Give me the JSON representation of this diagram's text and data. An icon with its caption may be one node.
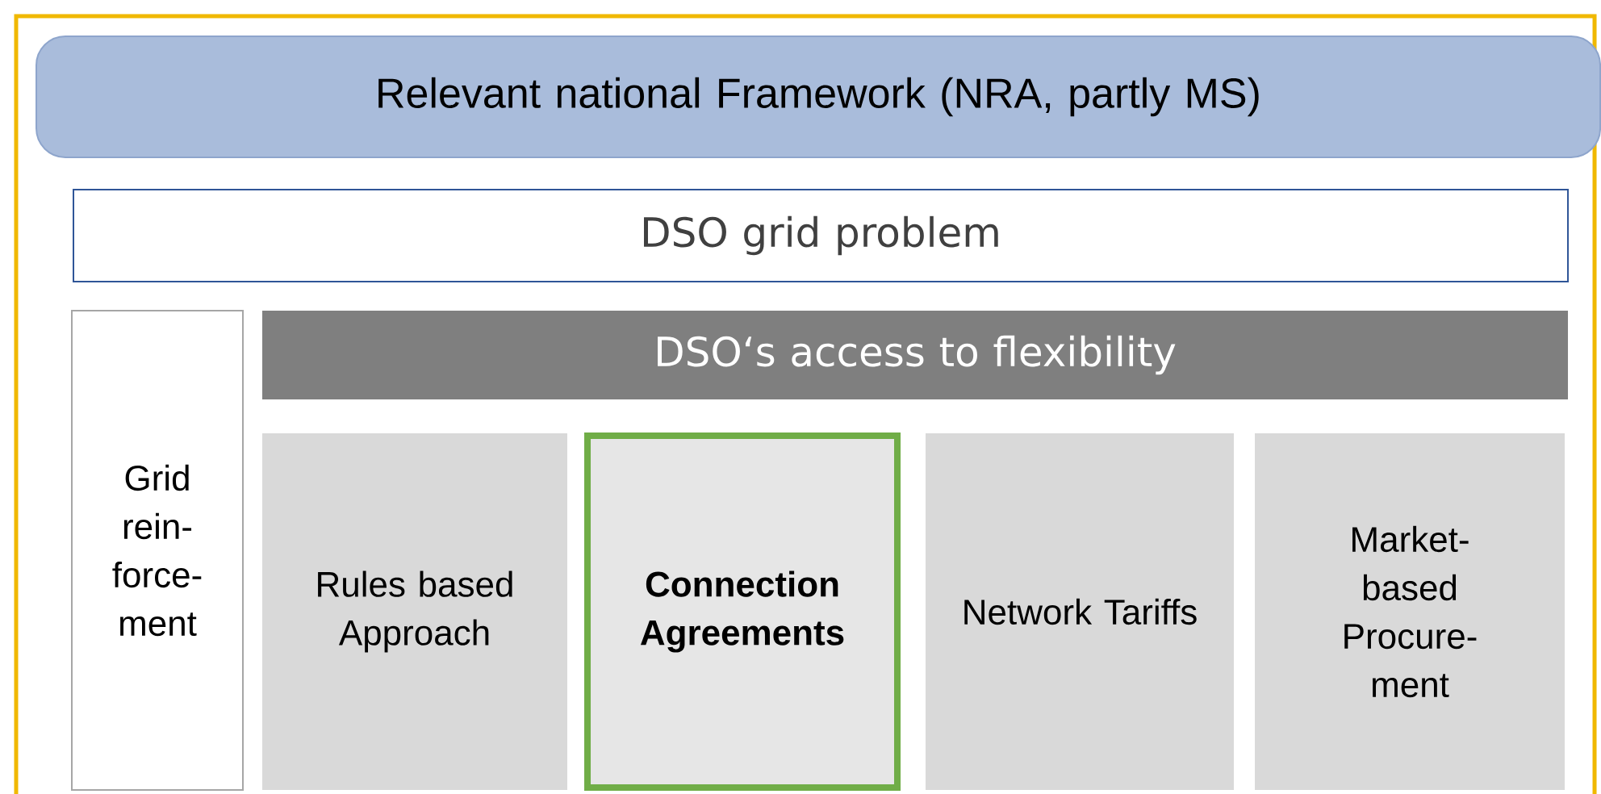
{
  "diagram": {
    "nodes": [
      {
        "text": [
          "Relevant national Framework (NRA, partly MS)"
        ]
      },
      {
        "text": [
          "DSO grid problem"
        ]
      },
      {
        "text": [
          "Grid rein- force- ment"
        ]
      },
      {
        "text": [
          "DSO‘s access to flexibility"
        ]
      },
      {
        "text": [
          "Rules based Approach"
        ]
      },
      {
        "text": [
          "**Connection Agreements**"
        ]
      },
      {
        "text": [
          "Network Tariffs"
        ]
      },
      {
        "text": [
          "Market- based Procure- ment"
        ]
      }
    ]
  }
}
